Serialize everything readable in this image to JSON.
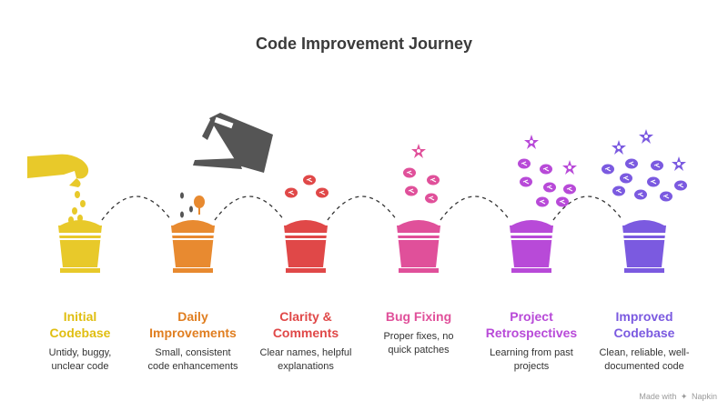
{
  "title": "Code Improvement Journey",
  "steps": [
    {
      "title_line1": "Initial",
      "title_line2": "Codebase",
      "desc_line1": "Untidy, buggy,",
      "desc_line2": "unclear code",
      "color": "#E8C92A",
      "icon": "hand-seeds-icon"
    },
    {
      "title_line1": "Daily",
      "title_line2": "Improvements",
      "desc_line1": "Small, consistent",
      "desc_line2": "code enhancements",
      "color": "#E88A30",
      "icon": "watering-can-icon"
    },
    {
      "title_line1": "Clarity &",
      "title_line2": "Comments",
      "desc_line1": "Clear names, helpful",
      "desc_line2": "explanations",
      "color": "#E04848",
      "icon": "sprouts-icon"
    },
    {
      "title_line1": "Bug Fixing",
      "title_line2": "",
      "desc_line1": "Proper fixes, no",
      "desc_line2": "quick patches",
      "color": "#E0509A",
      "icon": "flower-icon"
    },
    {
      "title_line1": "Project",
      "title_line2": "Retrospectives",
      "desc_line1": "Learning from past",
      "desc_line2": "projects",
      "color": "#B84AD8",
      "icon": "flowers-icon"
    },
    {
      "title_line1": "Improved",
      "title_line2": "Codebase",
      "desc_line1": "Clean, reliable, well-",
      "desc_line2": "documented code",
      "color": "#7B5AE0",
      "icon": "blossoms-icon"
    }
  ],
  "credit": {
    "prefix": "Made with",
    "brand": "Napkin"
  }
}
